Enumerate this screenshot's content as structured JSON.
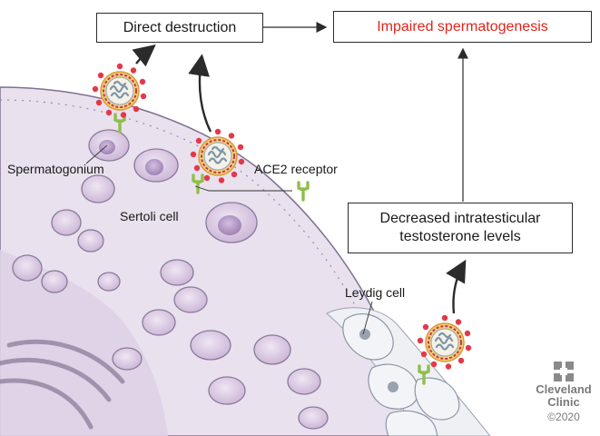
{
  "boxes": {
    "direct_destruction": "Direct destruction",
    "impaired": "Impaired spermatogenesis",
    "decreased": "Decreased intratesticular testosterone levels"
  },
  "labels": {
    "spermatogonium": "Spermatogonium",
    "sertoli": "Sertoli cell",
    "ace2": "ACE2 receptor",
    "leydig": "Leydig cell"
  },
  "logo": {
    "line1": "Cleveland",
    "line2": "Clinic",
    "copyright": "©2020"
  },
  "colors": {
    "highlight_text": "#e0241b",
    "tissue": "#e4dbe9",
    "cell_fill": "#d9c7e1",
    "nucleus": "#b79bc9",
    "membrane": "#8a7a9a",
    "receptor": "#8fbf4a",
    "virus_spike": "#e2394a"
  }
}
